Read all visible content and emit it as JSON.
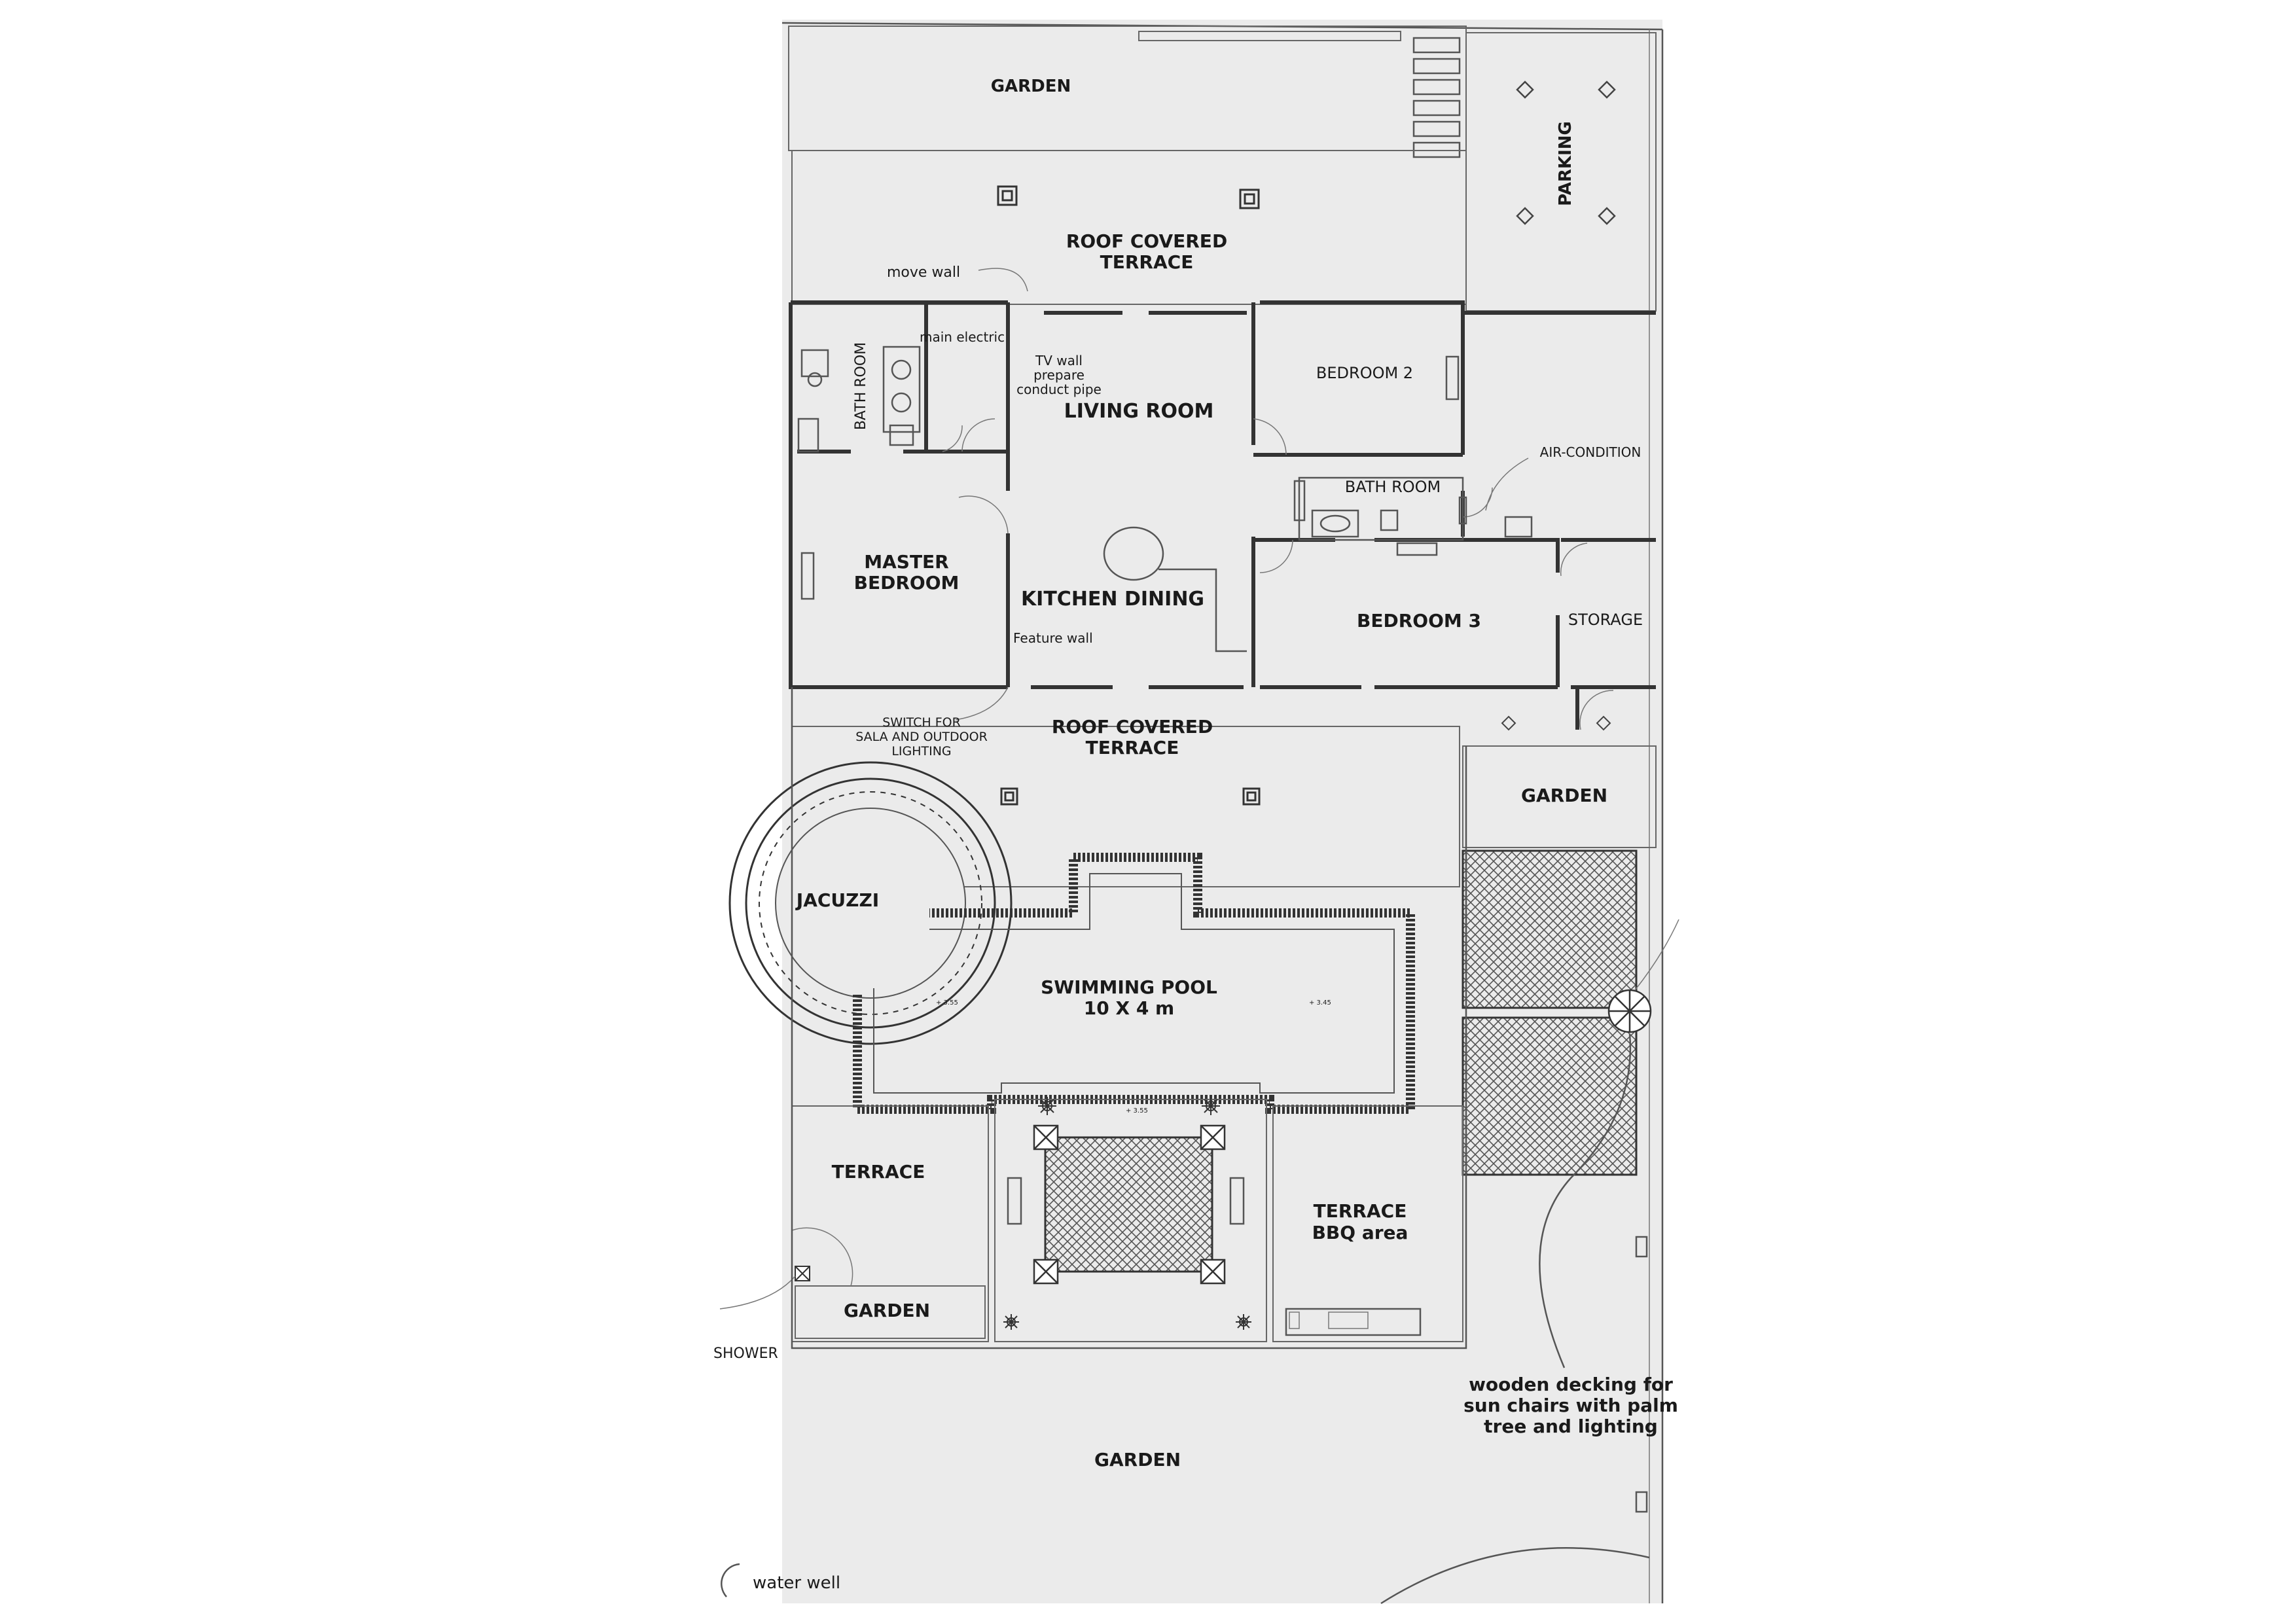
{
  "colors": {
    "paper": "#ebebeb",
    "line": "#333333",
    "hatch": "#555555",
    "label": "#1a1a1a"
  },
  "labels": {
    "garden_top": "GARDEN",
    "parking": "PARKING",
    "roof_terrace_top_1": "ROOF COVERED",
    "roof_terrace_top_2": "TERRACE",
    "move_wall": "move wall",
    "main_electric": "main electric",
    "bath_room_master": "BATH ROOM",
    "tv_wall_1": "TV wall",
    "tv_wall_2": "prepare",
    "tv_wall_3": "conduct pipe",
    "living_room": "LIVING ROOM",
    "bedroom2": "BEDROOM 2",
    "bath_room_2": "BATH ROOM",
    "air_condition": "AIR-CONDITION",
    "master_bedroom_1": "MASTER",
    "master_bedroom_2": "BEDROOM",
    "kitchen_dining": "KITCHEN DINING",
    "feature_wall": "Feature wall",
    "bedroom3": "BEDROOM 3",
    "storage": "STORAGE",
    "switch_1": "SWITCH FOR",
    "switch_2": "SALA AND OUTDOOR",
    "switch_3": "LIGHTING",
    "roof_terrace_bottom_1": "ROOF COVERED",
    "roof_terrace_bottom_2": "TERRACE",
    "garden_right": "GARDEN",
    "jacuzzi": "JACUZZI",
    "pool_1": "SWIMMING POOL",
    "pool_2": "10 X 4 m",
    "terrace_left": "TERRACE",
    "terrace_bbq_1": "TERRACE",
    "terrace_bbq_2": "BBQ area",
    "garden_small": "GARDEN",
    "shower": "SHOWER",
    "decking_1": "wooden decking for",
    "decking_2": "sun chairs with palm",
    "decking_3": "tree and lighting",
    "garden_bottom": "GARDEN",
    "water_well": "water well"
  }
}
